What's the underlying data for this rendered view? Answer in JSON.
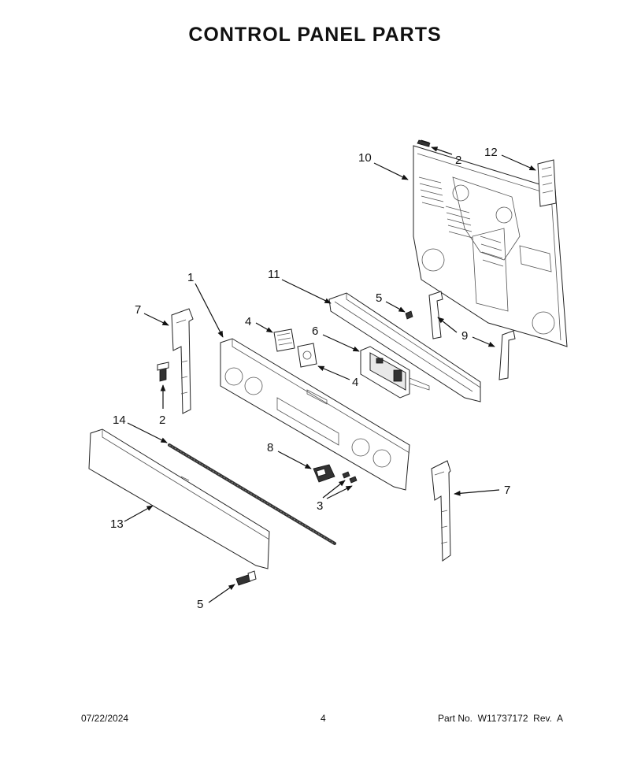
{
  "page": {
    "title": "CONTROL PANEL PARTS",
    "date": "07/22/2024",
    "page_number": "4",
    "part_number": "Part No.  W11737172  Rev.  A"
  },
  "callouts": {
    "c1": "1",
    "c2_top": "2",
    "c2_left": "2",
    "c3": "3",
    "c4_upper": "4",
    "c4_lower": "4",
    "c5_upper": "5",
    "c5_lower": "5",
    "c6": "6",
    "c7_left": "7",
    "c7_right": "7",
    "c8": "8",
    "c9": "9",
    "c10": "10",
    "c11": "11",
    "c12": "12",
    "c13": "13",
    "c14": "14"
  }
}
